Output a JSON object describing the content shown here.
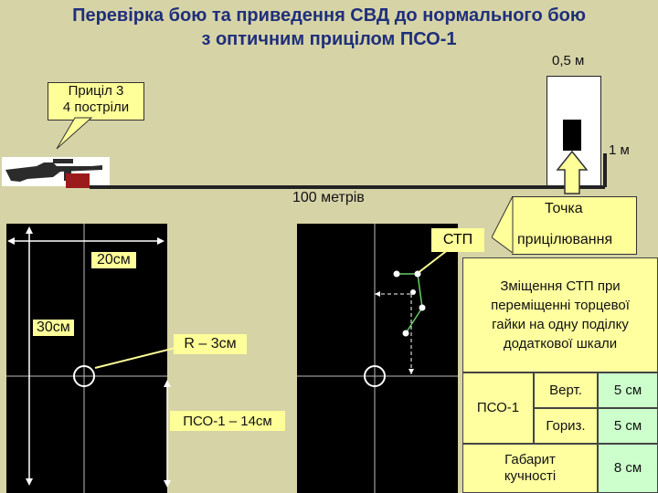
{
  "title": {
    "line1": "Перевірка бою та приведення СВД до нормального бою",
    "line2": "з оптичним прицілом ПСО-1"
  },
  "target": {
    "width_label": "0,5 м",
    "height_label": "1 м"
  },
  "callout": {
    "line1": "Приціл 3",
    "line2": "4 постріли"
  },
  "distance_label": "100 метрів",
  "aim_point": {
    "line1": "Точка",
    "line2": "прицілювання"
  },
  "stp_label": "СТП",
  "left_target": {
    "width_label": "20см",
    "height_label": "30см",
    "radius_label": "R – 3см",
    "offset_label": "ПСО-1 – 14см"
  },
  "info_panel": {
    "header": "Зміщення СТП при переміщенні торцевої гайки на одну поділку додаткової шкали",
    "scope_label": "ПСО-1",
    "rows": [
      {
        "label": "Верт.",
        "value": "5 см"
      },
      {
        "label": "Гориз.",
        "value": "5 см"
      }
    ],
    "footer_label": "Габарит кучності",
    "footer_value": "8 см"
  },
  "colors": {
    "background": "#d6d3a7",
    "title": "#1f2f7a",
    "callout": "#ffff99",
    "panel_yellow": "#ffffa0",
    "panel_green": "#ccffcc",
    "arrow_fill": "#ffff99",
    "shot_path": "#66cc66"
  }
}
